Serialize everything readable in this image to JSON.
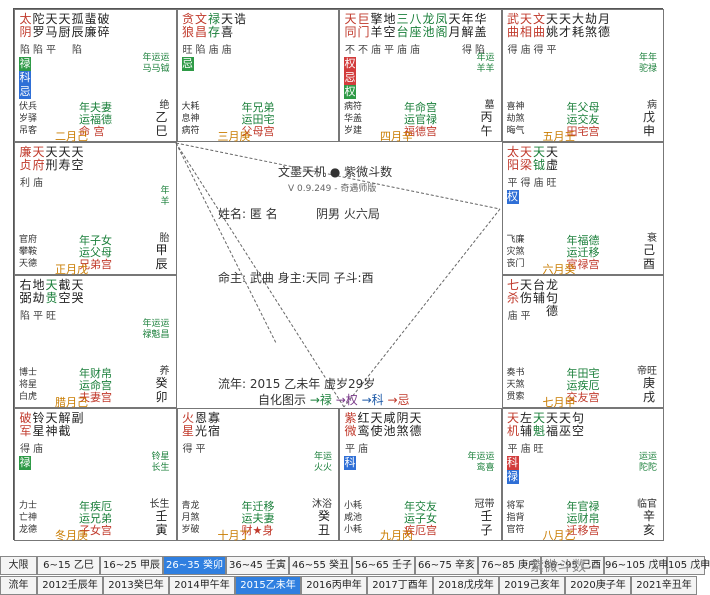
{
  "palaces": [
    {
      "id": "si",
      "col": 0,
      "row": 0,
      "stars": [
        {
          "t": "太阴",
          "c": "red"
        },
        {
          "t": "陀罗",
          "c": "blk"
        },
        {
          "t": "天马",
          "c": "blk"
        },
        {
          "t": "天厨",
          "c": "blk"
        },
        {
          "t": "孤辰",
          "c": "blk"
        },
        {
          "t": "蜚廉",
          "c": "blk"
        },
        {
          "t": "破碎",
          "c": "blk"
        }
      ],
      "bright": [
        "陷",
        "陷",
        "平",
        "",
        "陷",
        "",
        ""
      ],
      "badges": [
        {
          "t": "禄",
          "c": "bg-green"
        },
        {
          "t": "科",
          "c": "bg-blue"
        },
        {
          "t": "忌",
          "c": "bg-blue"
        }
      ],
      "small": [
        "年运运",
        "马马钺"
      ],
      "gods": [
        "伏兵",
        "岁驿",
        "吊客"
      ],
      "life": "绝",
      "stem": "乙巳",
      "pal": [
        "年夫妻",
        "运福德",
        "命 宫"
      ],
      "age": "二月己"
    },
    {
      "id": "wu",
      "col": 1,
      "row": 0,
      "stars": [
        {
          "t": "贪狼",
          "c": "red"
        },
        {
          "t": "文昌",
          "c": "red"
        },
        {
          "t": "禄存",
          "c": "grn"
        },
        {
          "t": "天喜",
          "c": "blk"
        },
        {
          "t": "诰",
          "c": "blk"
        }
      ],
      "bright": [
        "旺",
        "陷",
        "庙",
        "庙",
        ""
      ],
      "badges": [
        {
          "t": "忌",
          "c": "bg-green"
        }
      ],
      "small": [],
      "gods": [
        "大耗",
        "息神",
        "病符"
      ],
      "life": "",
      "stem": "",
      "pal": [
        "年兄弟",
        "运田宅",
        "父母宫"
      ],
      "age": "三月庚"
    },
    {
      "id": "wei",
      "col": 2,
      "row": 0,
      "stars": [
        {
          "t": "天同",
          "c": "red"
        },
        {
          "t": "巨门",
          "c": "red"
        },
        {
          "t": "擎羊",
          "c": "blk"
        },
        {
          "t": "地空",
          "c": "blk"
        },
        {
          "t": "三台",
          "c": "grn"
        },
        {
          "t": "八座",
          "c": "grn"
        },
        {
          "t": "龙池",
          "c": "grn"
        },
        {
          "t": "凤阁",
          "c": "grn"
        },
        {
          "t": "天月",
          "c": "blk"
        },
        {
          "t": "年解",
          "c": "blk"
        },
        {
          "t": "华盖",
          "c": "blk"
        }
      ],
      "bright": [
        "不",
        "不",
        "庙",
        "平",
        "庙",
        "庙",
        "",
        "",
        "",
        "得",
        "陷"
      ],
      "badges": [
        {
          "t": "权",
          "c": "bg-red"
        },
        {
          "t": "忌",
          "c": "bg-red"
        },
        {
          "t": "权",
          "c": "bg-green"
        }
      ],
      "small": [
        "年运",
        "羊羊"
      ],
      "gods": [
        "病符",
        "华盖",
        "岁建"
      ],
      "life": "墓",
      "stem": "丙午",
      "pal": [
        "年命宫",
        "运官禄",
        "福德宫"
      ],
      "age": "四月辛"
    },
    {
      "id": "shen",
      "col": 3,
      "row": 0,
      "stars": [
        {
          "t": "武曲",
          "c": "red"
        },
        {
          "t": "天相",
          "c": "red"
        },
        {
          "t": "文曲",
          "c": "red"
        },
        {
          "t": "天姚",
          "c": "blk"
        },
        {
          "t": "天才",
          "c": "blk"
        },
        {
          "t": "大耗",
          "c": "blk"
        },
        {
          "t": "劫煞",
          "c": "blk"
        },
        {
          "t": "月德",
          "c": "blk"
        }
      ],
      "bright": [
        "得",
        "庙",
        "得",
        "平",
        "",
        "",
        "",
        ""
      ],
      "badges": [],
      "small": [
        "年年",
        "驼禄"
      ],
      "gods": [
        "喜神",
        "劫煞",
        "晦气"
      ],
      "life": "病",
      "stem": "戊申",
      "pal": [
        "年父母",
        "运交友",
        "田宅宫"
      ],
      "age": "五月壬"
    },
    {
      "id": "chen",
      "col": 0,
      "row": 1,
      "stars": [
        {
          "t": "廉贞",
          "c": "red"
        },
        {
          "t": "天府",
          "c": "red"
        },
        {
          "t": "天刑",
          "c": "blk"
        },
        {
          "t": "天寿",
          "c": "blk"
        },
        {
          "t": "天空",
          "c": "blk"
        }
      ],
      "bright": [
        "利",
        "庙",
        "",
        "",
        ""
      ],
      "badges": [],
      "small": [
        "年",
        "羊"
      ],
      "gods": [
        "官府",
        "攀鞍",
        "天德"
      ],
      "life": "胎",
      "stem": "甲辰",
      "pal": [
        "年子女",
        "运父母",
        "兄弟宫"
      ],
      "age": "正月戊"
    },
    {
      "id": "you",
      "col": 3,
      "row": 1,
      "stars": [
        {
          "t": "太阳",
          "c": "red"
        },
        {
          "t": "天梁",
          "c": "red"
        },
        {
          "t": "天钺",
          "c": "grn"
        },
        {
          "t": "天虚",
          "c": "blk"
        }
      ],
      "bright": [
        "平",
        "得",
        "庙",
        "旺"
      ],
      "badges": [
        {
          "t": "权",
          "c": "bg-blue"
        }
      ],
      "small": [],
      "gods": [
        "飞廉",
        "灾煞",
        "丧门"
      ],
      "life": "衰",
      "stem": "己酉",
      "pal": [
        "年福德",
        "运迁移",
        "官禄宫"
      ],
      "age": "六月癸"
    },
    {
      "id": "mao",
      "col": 0,
      "row": 2,
      "stars": [
        {
          "t": "右弼",
          "c": "blk"
        },
        {
          "t": "地劫",
          "c": "blk"
        },
        {
          "t": "天贵",
          "c": "grn"
        },
        {
          "t": "截空",
          "c": "blk"
        },
        {
          "t": "天哭",
          "c": "blk"
        }
      ],
      "bright": [
        "陷",
        "平",
        "旺",
        "",
        ""
      ],
      "badges": [],
      "small": [
        "年运运",
        "禄魁昌"
      ],
      "gods": [
        "博士",
        "将星",
        "白虎"
      ],
      "life": "养",
      "stem": "癸卯",
      "pal": [
        "年财帛",
        "运命宫",
        "夫妻宫"
      ],
      "age": "腊月己"
    },
    {
      "id": "xu",
      "col": 3,
      "row": 2,
      "stars": [
        {
          "t": "七杀",
          "c": "red"
        },
        {
          "t": "天伤",
          "c": "blk"
        },
        {
          "t": "台辅",
          "c": "blk"
        },
        {
          "t": "龙句德",
          "c": "blk"
        }
      ],
      "bright": [
        "庙",
        "平",
        "",
        ""
      ],
      "badges": [],
      "small": [],
      "gods": [
        "奏书",
        "天煞",
        "贯索"
      ],
      "life": "帝旺",
      "stem": "庚戌",
      "pal": [
        "年田宅",
        "运疾厄",
        "交友宫"
      ],
      "age": "七月甲"
    },
    {
      "id": "yin",
      "col": 0,
      "row": 3,
      "stars": [
        {
          "t": "破军",
          "c": "red"
        },
        {
          "t": "铃星",
          "c": "blk"
        },
        {
          "t": "天神",
          "c": "blk"
        },
        {
          "t": "解截",
          "c": "blk"
        },
        {
          "t": "副",
          "c": "blk"
        }
      ],
      "bright": [
        "得",
        "庙",
        "",
        "",
        ""
      ],
      "badges": [
        {
          "t": "禄",
          "c": "bg-green"
        }
      ],
      "small": [
        "铃星",
        "长生"
      ],
      "gods": [
        "力士",
        "亡神",
        "龙德"
      ],
      "life": "长生",
      "stem": "壬寅",
      "pal": [
        "年疾厄",
        "运兄弟",
        "子女宫"
      ],
      "age": "冬月庚"
    },
    {
      "id": "chou",
      "col": 1,
      "row": 3,
      "stars": [
        {
          "t": "火星",
          "c": "red"
        },
        {
          "t": "恩光",
          "c": "blk"
        },
        {
          "t": "寡宿",
          "c": "blk"
        }
      ],
      "bright": [
        "得",
        "平",
        ""
      ],
      "badges": [],
      "small": [
        "年运",
        "火火"
      ],
      "gods": [
        "青龙",
        "月煞",
        "岁破"
      ],
      "life": "沐浴",
      "stem": "癸丑",
      "pal": [
        "年迁移",
        "运夫妻",
        "财★身"
      ],
      "age": "十月丁"
    },
    {
      "id": "zi",
      "col": 2,
      "row": 3,
      "stars": [
        {
          "t": "紫微",
          "c": "red"
        },
        {
          "t": "红鸾",
          "c": "blk"
        },
        {
          "t": "天使",
          "c": "blk"
        },
        {
          "t": "咸池",
          "c": "blk"
        },
        {
          "t": "阴煞",
          "c": "blk"
        },
        {
          "t": "天德",
          "c": "blk"
        }
      ],
      "bright": [
        "平",
        "庙",
        "",
        "",
        "",
        ""
      ],
      "badges": [
        {
          "t": "科",
          "c": "bg-blue"
        }
      ],
      "small": [
        "年运运",
        "鸾喜"
      ],
      "gods": [
        "小耗",
        "咸池",
        "小耗"
      ],
      "life": "冠带",
      "stem": "壬子",
      "pal": [
        "年交友",
        "运子女",
        "疾厄宫"
      ],
      "age": "九月丙"
    },
    {
      "id": "hai",
      "col": 3,
      "row": 3,
      "stars": [
        {
          "t": "天机",
          "c": "red"
        },
        {
          "t": "左辅",
          "c": "blk"
        },
        {
          "t": "天魁",
          "c": "grn"
        },
        {
          "t": "天福",
          "c": "blk"
        },
        {
          "t": "天巫",
          "c": "blk"
        },
        {
          "t": "句空",
          "c": "blk"
        }
      ],
      "bright": [
        "平",
        "庙",
        "旺",
        "",
        "",
        ""
      ],
      "badges": [
        {
          "t": "科",
          "c": "bg-red"
        },
        {
          "t": "禄",
          "c": "bg-blue"
        }
      ],
      "small": [
        "运运",
        "陀陀"
      ],
      "gods": [
        "将军",
        "指背",
        "官符"
      ],
      "life": "临官",
      "stem": "辛亥",
      "pal": [
        "年官禄",
        "运财帛",
        "迁移宫"
      ],
      "age": "八月乙"
    }
  ],
  "center": {
    "app_title": "文墨天机 ● 紫微斗数",
    "version": "V 0.9.249 - 奇遇师版",
    "name_line": "姓名: 匿 名",
    "gender": "阴男 火六局",
    "master": "命主: 武曲 身主:天同 子斗:酉",
    "liunian": "流年: 2015 乙未年  虚岁29岁",
    "legend_prefix": "自化图示",
    "legend": [
      "→禄",
      "→权",
      "→科",
      "→忌"
    ]
  },
  "bottom": {
    "row1": [
      {
        "t": "大限",
        "sel": false
      },
      {
        "t": "6~15 乙巳",
        "sel": false
      },
      {
        "t": "16~25 甲辰",
        "sel": false
      },
      {
        "t": "26~35 癸卯",
        "sel": true
      },
      {
        "t": "36~45 壬寅",
        "sel": false
      },
      {
        "t": "46~55 癸丑",
        "sel": false
      },
      {
        "t": "56~65 壬子",
        "sel": false
      },
      {
        "t": "66~75 辛亥",
        "sel": false
      },
      {
        "t": "76~85 庚戌",
        "sel": false
      },
      {
        "t": "86~95 己酉",
        "sel": false
      },
      {
        "t": "96~105 戊申",
        "sel": false
      },
      {
        "t": "105 戊申",
        "sel": false
      }
    ],
    "row2": [
      {
        "t": "流年",
        "sel": false
      },
      {
        "t": "2012壬辰年",
        "sel": false
      },
      {
        "t": "2013癸巳年",
        "sel": false
      },
      {
        "t": "2014甲午年",
        "sel": false
      },
      {
        "t": "2015乙未年",
        "sel": true
      },
      {
        "t": "2016丙申年",
        "sel": false
      },
      {
        "t": "2017丁酉年",
        "sel": false
      },
      {
        "t": "2018戊戌年",
        "sel": false
      },
      {
        "t": "2019己亥年",
        "sel": false
      },
      {
        "t": "2020庚子年",
        "sel": false
      },
      {
        "t": "2021辛丑年",
        "sel": false
      }
    ],
    "watermark": "紫微斗数"
  }
}
